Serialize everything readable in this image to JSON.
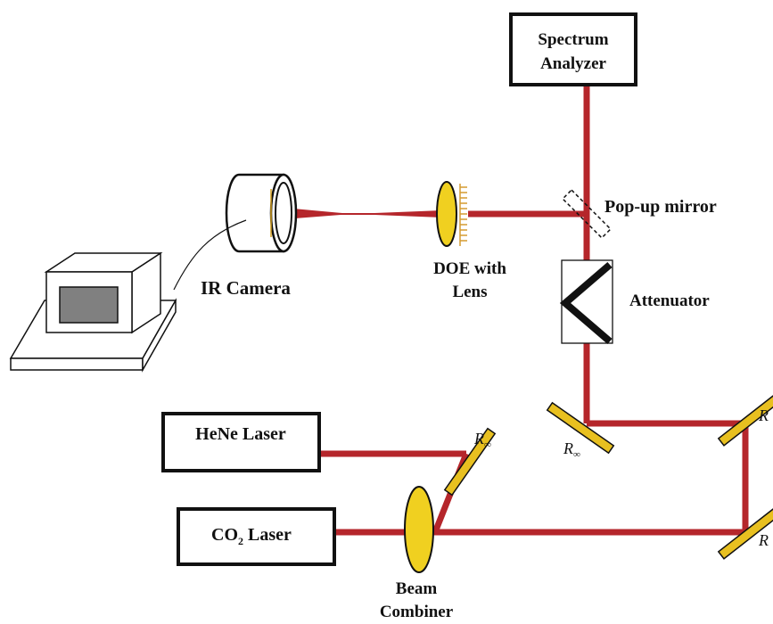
{
  "labels": {
    "spectrum_analyzer_line1": "Spectrum",
    "spectrum_analyzer_line2": "Analyzer",
    "popup_mirror": "Pop-up mirror",
    "ir_camera": "IR Camera",
    "doe_line1": "DOE with",
    "doe_line2": "Lens",
    "attenuator": "Attenuator",
    "hene_laser": "HeNe Laser",
    "co2_prefix": "CO",
    "co2_subscript": "2",
    "co2_suffix": " Laser",
    "beam_combiner_line1": "Beam",
    "beam_combiner_line2": "Combiner",
    "mirror_symbol": "R",
    "mirror_subscript": "∞"
  },
  "colors": {
    "beam": "#b5262b",
    "optic_fill": "#f0d020",
    "mirror_fill": "#e8c020",
    "outline": "#111111",
    "screen_fill": "#808080",
    "camera_stripe": "#d4a020"
  }
}
